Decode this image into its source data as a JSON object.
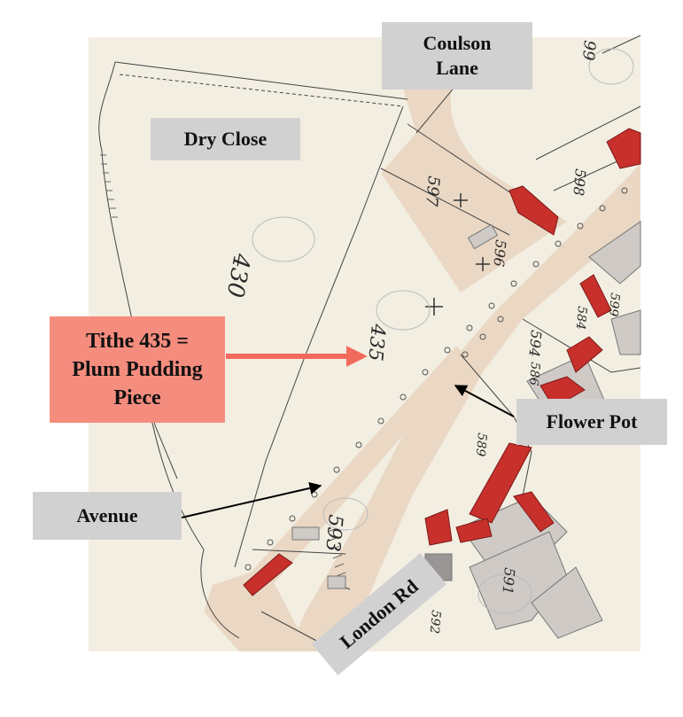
{
  "labels": {
    "coulson_lane": [
      "Coulson",
      "Lane"
    ],
    "dry_close": "Dry Close",
    "tithe": [
      "Tithe 435 =",
      "Plum Pudding",
      "Piece"
    ],
    "flower_pot": "Flower Pot",
    "avenue": "Avenue",
    "london_rd": "London Rd"
  },
  "parcel_numbers": {
    "p430": "430",
    "p435": "435",
    "p593": "593",
    "p594": "594",
    "p596": "596",
    "p597": "597",
    "p598": "598",
    "p599": "599",
    "p584": "584",
    "p586": "586",
    "p589": "589",
    "p591": "591",
    "p592": "592",
    "p99": "99"
  },
  "colors": {
    "paper": "#f3eee2",
    "road": "#ead8c4",
    "building_red": "#c8302c",
    "building_grey": "#cfcac6",
    "ink": "#333333",
    "label_grey": "#d2d1d2",
    "label_pink": "#f58d7f",
    "arrow_red": "#f26a5c",
    "arrow_black": "#000000"
  }
}
